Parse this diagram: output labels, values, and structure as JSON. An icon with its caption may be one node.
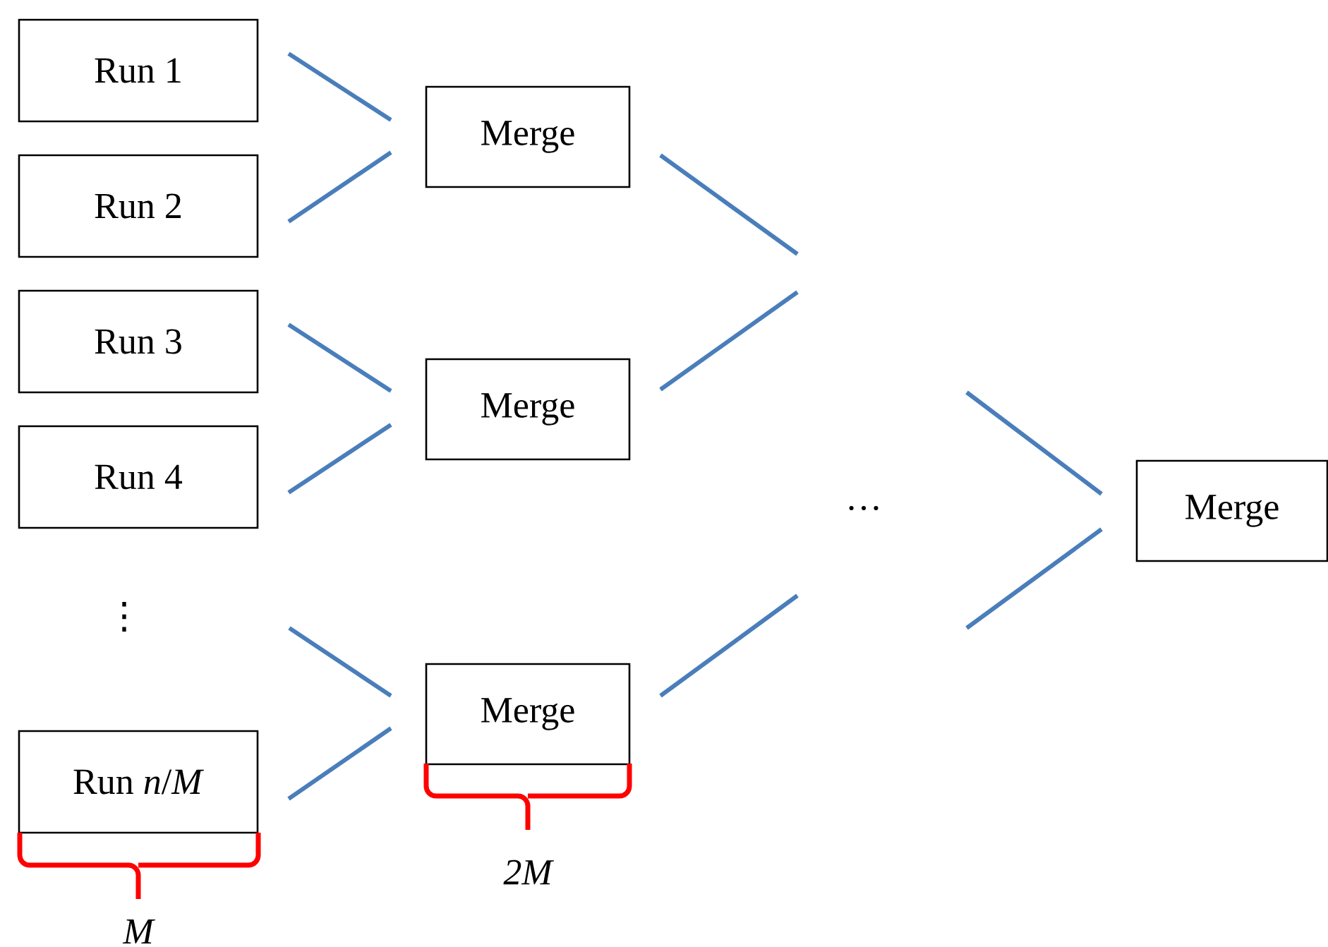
{
  "diagram": {
    "nodes": [
      {
        "text": [
          "Run 1"
        ]
      },
      {
        "text": [
          "Run 2"
        ]
      },
      {
        "text": [
          "Run 3"
        ]
      },
      {
        "text": [
          "Run 4"
        ]
      },
      {
        "text": [
          "Run *n*/*M*"
        ]
      },
      {
        "text": [
          "Merge"
        ]
      },
      {
        "text": [
          "Merge"
        ]
      },
      {
        "text": [
          "Merge"
        ]
      },
      {
        "text": [
          "Merge"
        ]
      }
    ],
    "edges": [
      {
        "from": 0,
        "to": 5,
        "arrow": "none"
      },
      {
        "from": 1,
        "to": 5,
        "arrow": "none"
      },
      {
        "from": 2,
        "to": 6,
        "arrow": "none"
      },
      {
        "from": 3,
        "to": 6,
        "arrow": "none"
      },
      {
        "from": null,
        "to": 7,
        "arrow": "none"
      },
      {
        "from": 4,
        "to": 7,
        "arrow": "none"
      },
      {
        "from": 5,
        "to": null,
        "arrow": "none"
      },
      {
        "from": 6,
        "to": null,
        "arrow": "none"
      },
      {
        "from": 7,
        "to": null,
        "arrow": "none"
      },
      {
        "from": null,
        "to": 8,
        "arrow": "none"
      },
      {
        "from": null,
        "to": 8,
        "arrow": "none"
      }
    ],
    "labels": [
      "…",
      "⋮",
      "2M",
      "M"
    ]
  }
}
